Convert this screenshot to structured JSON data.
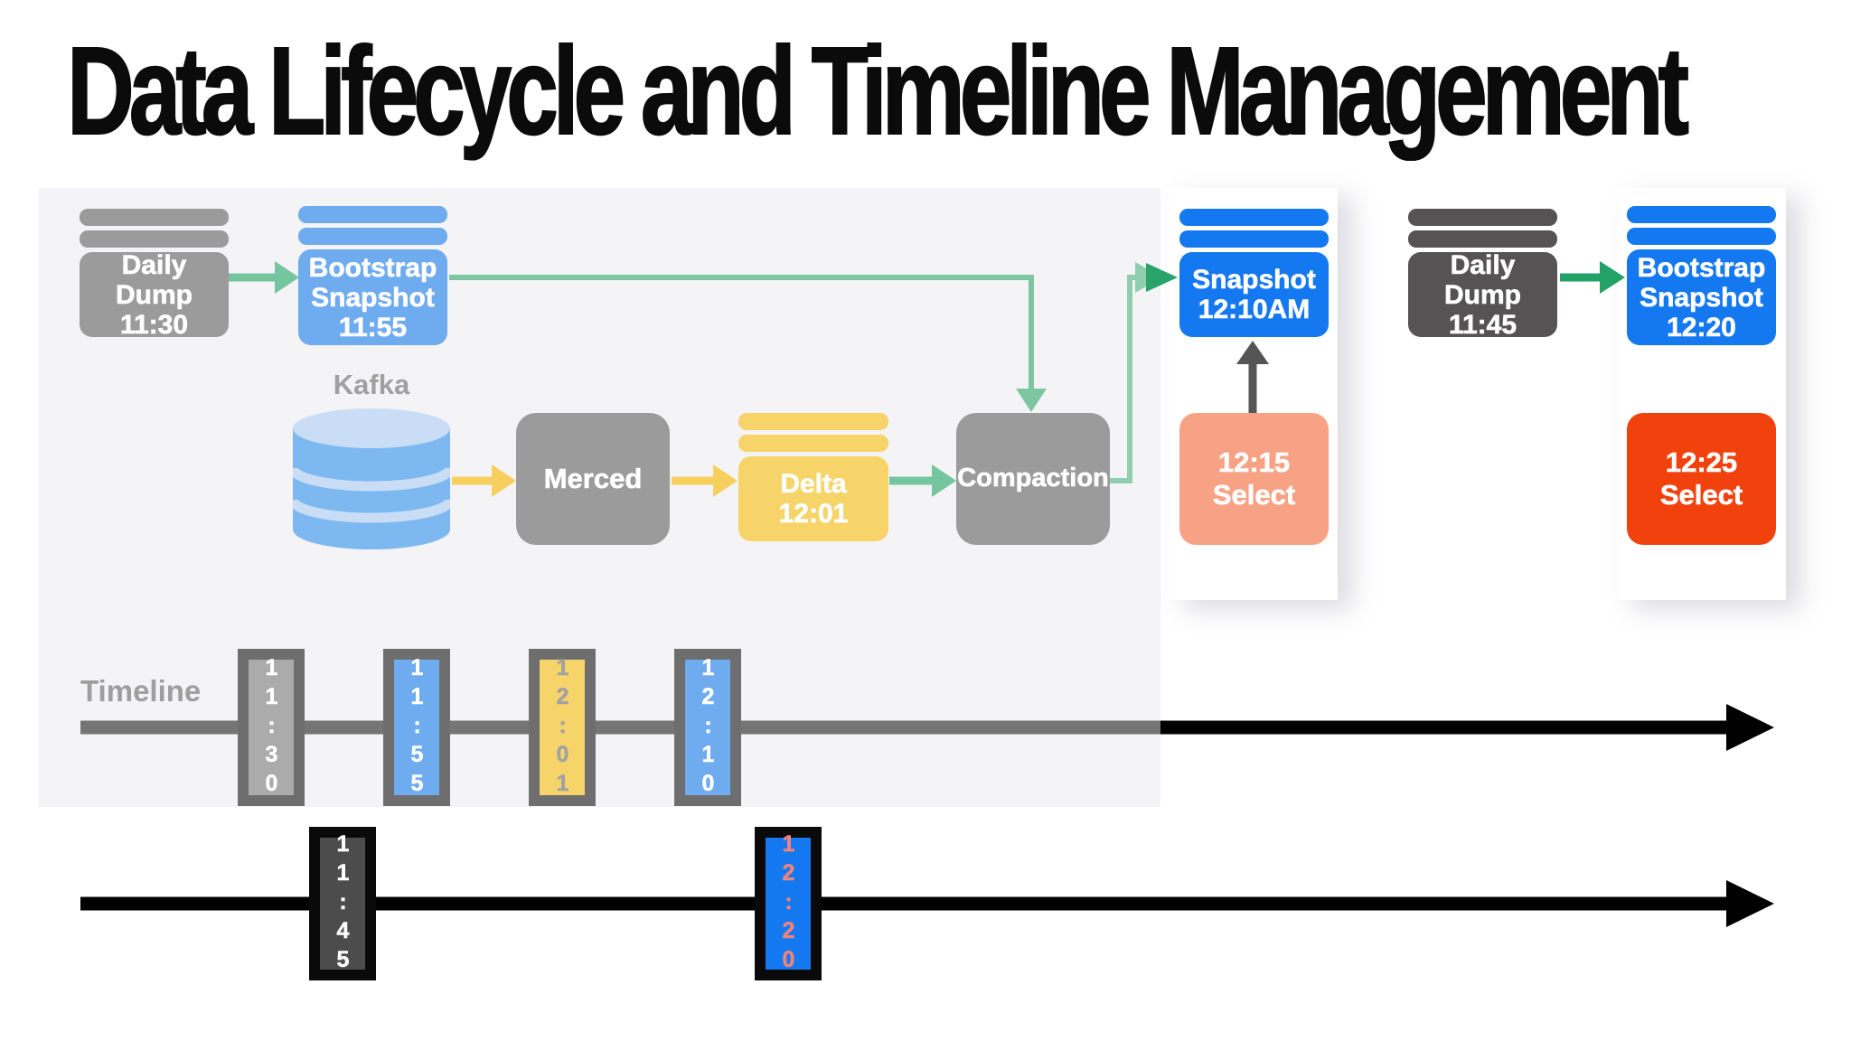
{
  "title": "Data Lifecycle and Timeline Management",
  "flow": {
    "daily_dump_1": {
      "lines": [
        "Daily Dump",
        "11:30"
      ]
    },
    "bootstrap_snapshot_1": {
      "lines": [
        "Bootstrap",
        "Snapshot",
        "11:55"
      ]
    },
    "kafka_label": "Kafka",
    "merced_label": "Merced",
    "delta": {
      "lines": [
        "Delta",
        "12:01"
      ]
    },
    "compaction_label": "Compaction",
    "snapshot_1210": {
      "lines": [
        "Snapshot",
        "12:10AM"
      ]
    },
    "select_1215": {
      "lines": [
        "12:15",
        "Select"
      ]
    },
    "daily_dump_2": {
      "lines": [
        "Daily Dump",
        "11:45"
      ]
    },
    "bootstrap_snapshot_2": {
      "lines": [
        "Bootstrap",
        "Snapshot",
        "12:20"
      ]
    },
    "select_1225": {
      "lines": [
        "12:25",
        "Select"
      ]
    }
  },
  "timeline1": {
    "label": "Timeline",
    "markers": [
      "11:30",
      "11:55",
      "12:01",
      "12:10"
    ]
  },
  "timeline2": {
    "markers": [
      "11:45",
      "12:20"
    ]
  },
  "palette": {
    "gray_node": "#9b9b9b",
    "light_blue_node": "#6fabef",
    "bright_blue_node": "#1478f0",
    "dark_gray_node": "#555354",
    "yellow_node": "#f6d469",
    "salmon_node": "#f8a285",
    "orange_red_node": "#f1420e",
    "teal_arrow": "#74c5a0",
    "green_arrow": "#22a267",
    "dark_green_arrowhead": "#2aa36b",
    "yellow_arrow": "#f7cf5f",
    "gray_arrow": "#555555",
    "timeline_gray": "#757575",
    "timeline_black": "#000000",
    "panel_bg": "#f4f4f6",
    "marker_border_gray": "#6e6e6e",
    "marker_text_salmon": "#f0837a"
  }
}
